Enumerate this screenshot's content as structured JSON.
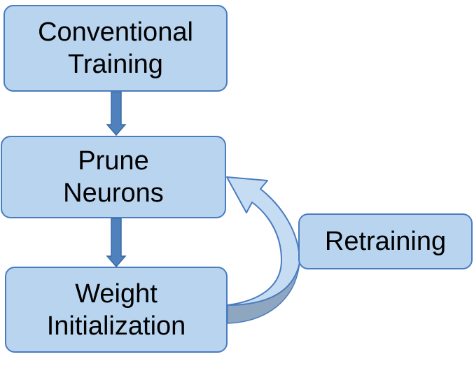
{
  "diagram": {
    "nodes": {
      "conventional_training": {
        "line1": "Conventional",
        "line2": "Training"
      },
      "prune_neurons": {
        "line1": "Prune",
        "line2": "Neurons"
      },
      "weight_initialization": {
        "line1": "Weight",
        "line2": "Initialization"
      },
      "retraining": {
        "label": "Retraining"
      }
    },
    "edges": [
      {
        "from": "conventional_training",
        "to": "prune_neurons"
      },
      {
        "from": "prune_neurons",
        "to": "weight_initialization"
      },
      {
        "from": "weight_initialization",
        "to": "prune_neurons",
        "via": "retraining"
      }
    ],
    "colors": {
      "box_fill": "#b8d4ef",
      "box_border": "#4a7cc0",
      "arrow_fill": "#4f81bd",
      "curved_arrow_light": "#c6dcf2",
      "curved_arrow_dark": "#8ea6bf"
    }
  }
}
